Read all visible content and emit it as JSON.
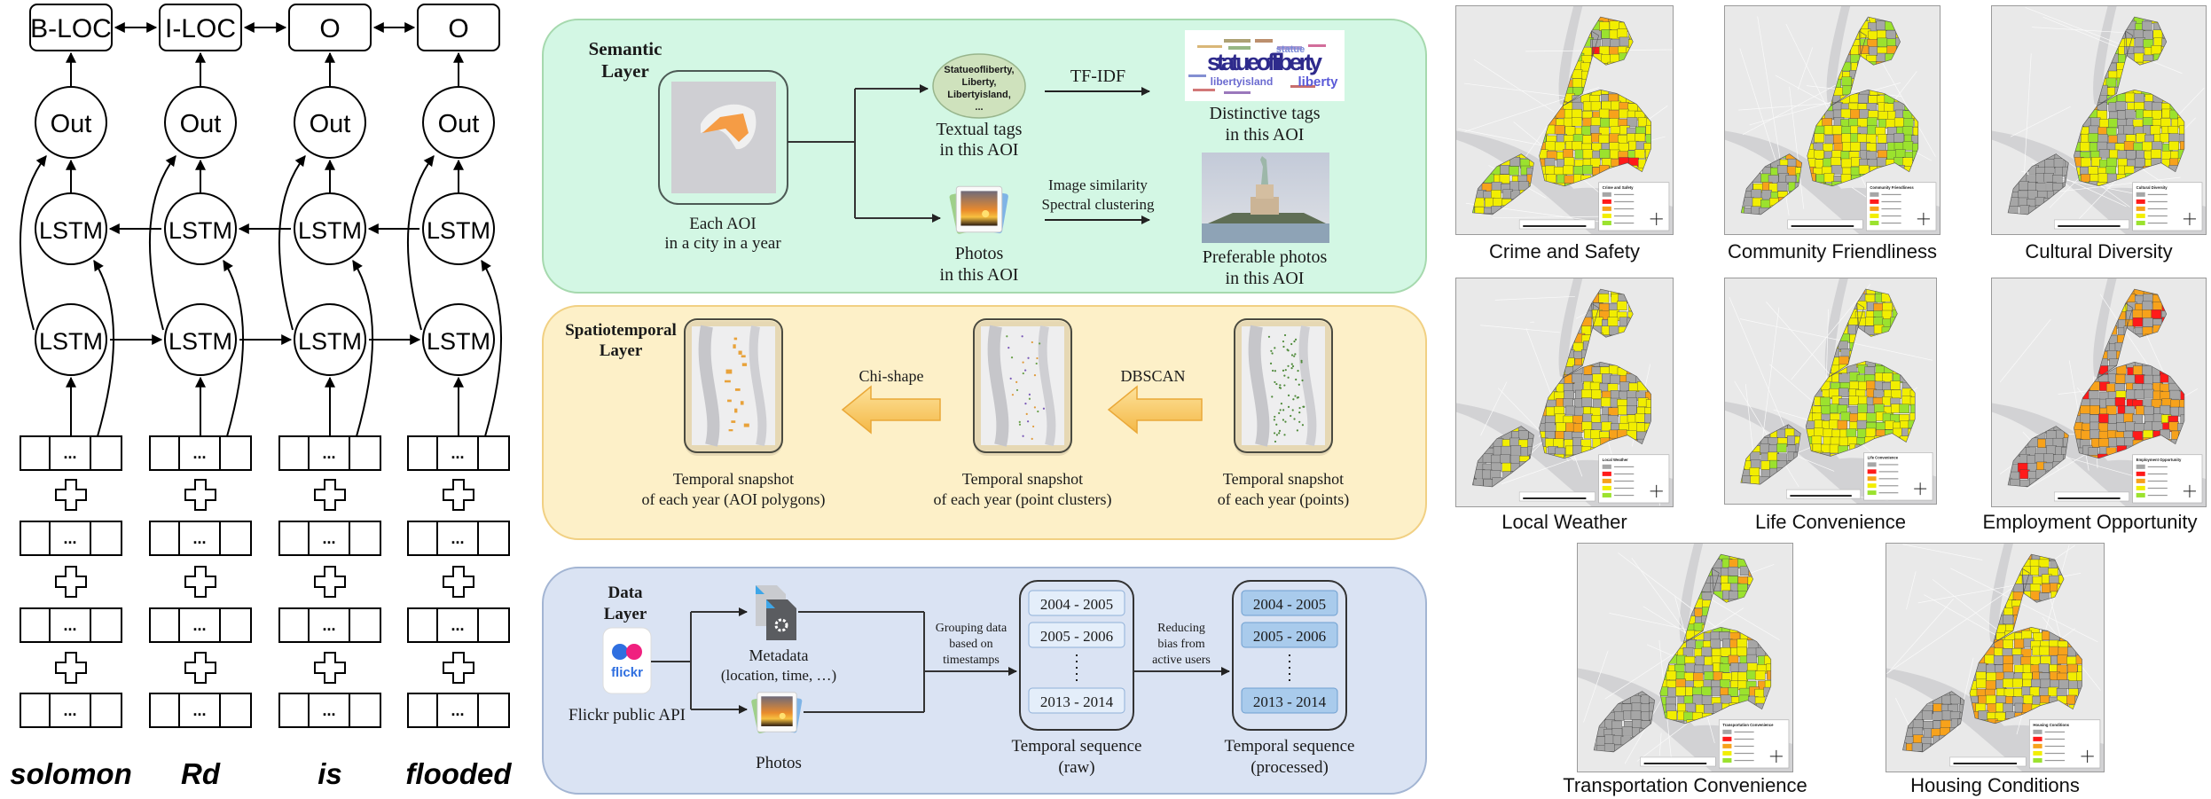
{
  "lstm": {
    "tags": [
      "B-LOC",
      "I-LOC",
      "O",
      "O"
    ],
    "out_label": "Out",
    "lstm_label": "LSTM",
    "cell_ellipsis": "...",
    "words": [
      "solomon",
      "Rd",
      "is",
      "flooded"
    ]
  },
  "semantic": {
    "title": [
      "Semantic",
      "Layer"
    ],
    "aoi_caption": [
      "Each AOI",
      "in a city in a year"
    ],
    "tags_bubble": [
      "Statueofliberty,",
      "Liberty,",
      "Libertyisland,",
      "..."
    ],
    "tags_caption": [
      "Textual tags",
      "in this AOI"
    ],
    "tfidf": "TF-IDF",
    "wordcloud": [
      "statueofliberty",
      "libertyisland",
      "liberty",
      "statue"
    ],
    "distinct_caption": [
      "Distinctive tags",
      "in this AOI"
    ],
    "photos_caption": [
      "Photos",
      "in this AOI"
    ],
    "similarity": [
      "Image similarity",
      "Spectral clustering"
    ],
    "preferable_caption": [
      "Preferable photos",
      "in this AOI"
    ]
  },
  "spatiotemporal": {
    "title": [
      "Spatiotemporal",
      "Layer"
    ],
    "snapshots": [
      {
        "caption": [
          "Temporal snapshot",
          "of each year (AOI polygons)"
        ]
      },
      {
        "caption": [
          "Temporal snapshot",
          "of each year (point clusters)"
        ]
      },
      {
        "caption": [
          "Temporal snapshot",
          "of each year (points)"
        ]
      }
    ],
    "chi_shape": "Chi-shape",
    "dbscan": "DBSCAN"
  },
  "data_layer": {
    "title": [
      "Data",
      "Layer"
    ],
    "flickr_logo": "flickr",
    "flickr_caption": "Flickr public API",
    "metadata": [
      "Metadata",
      "(location, time, …)"
    ],
    "photos": "Photos",
    "grouping": [
      "Grouping data",
      "based on",
      "timestamps"
    ],
    "raw_items": [
      "2004 - 2005",
      "2005 - 2006",
      "2013 - 2014"
    ],
    "raw_caption": [
      "Temporal sequence",
      "(raw)"
    ],
    "reducing": [
      "Reducing",
      "bias from",
      "active users"
    ],
    "processed_items": [
      "2004 - 2005",
      "2005 - 2006",
      "2013 - 2014"
    ],
    "processed_caption": [
      "Temporal sequence",
      "(processed)"
    ]
  },
  "maps": {
    "legend_colors": {
      "no_rating": "#a6a6a6",
      "low": "#ff1a1a",
      "mid_low": "#f7a21b",
      "mid_high": "#f2ee00",
      "high": "#9be22e"
    },
    "items": [
      {
        "caption": "Crime and Safety"
      },
      {
        "caption": "Community Friendliness"
      },
      {
        "caption": "Cultural Diversity"
      },
      {
        "caption": "Local Weather"
      },
      {
        "caption": "Life Convenience"
      },
      {
        "caption": "Employment Opportunity"
      },
      {
        "caption": "Transportation Convenience"
      },
      {
        "caption": "Housing Conditions"
      }
    ]
  },
  "colors": {
    "semantic_panel": "#d3f7e4",
    "spatiotemporal_panel": "#fdf0c8",
    "data_panel": "#dae3f3",
    "processed_item": "#a9cbec",
    "flickr_blue": "#2f6fe0",
    "flickr_pink": "#f0207f"
  }
}
